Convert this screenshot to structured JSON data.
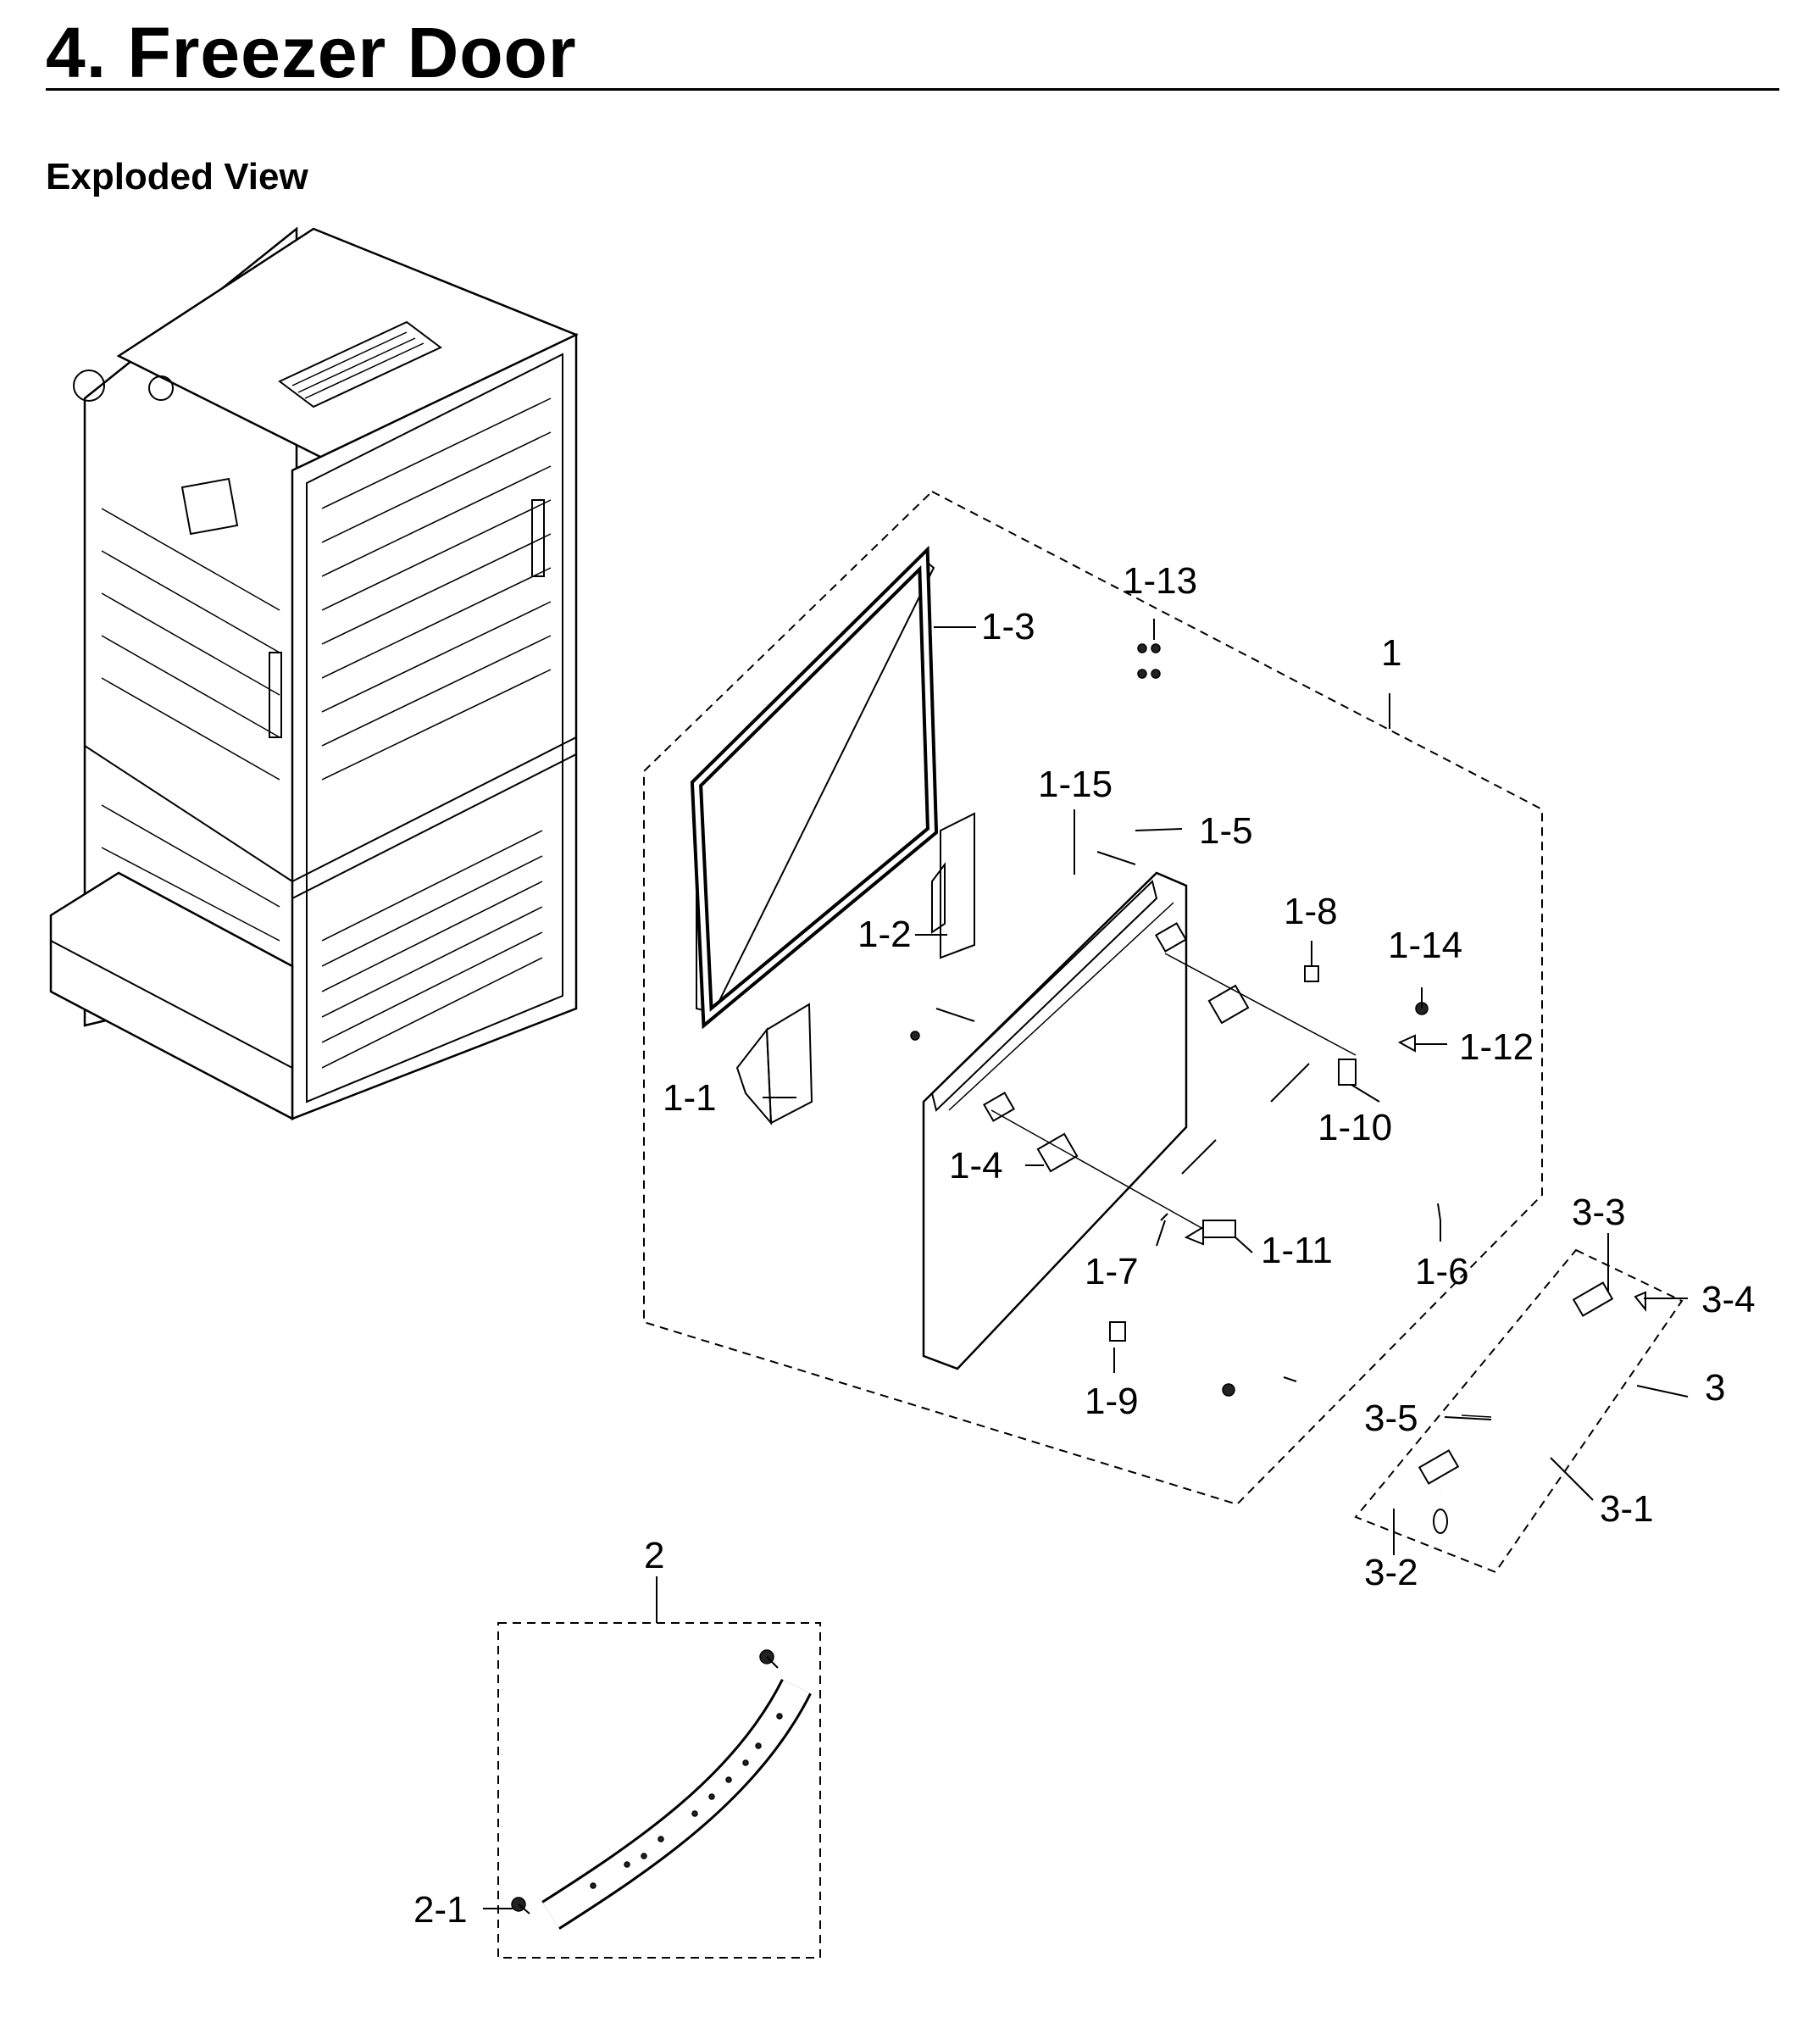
{
  "header": {
    "title": "4.  Freezer Door",
    "section_heading": "Exploded View"
  },
  "callouts": {
    "c1": "1",
    "c1_1": "1-1",
    "c1_2": "1-2",
    "c1_3": "1-3",
    "c1_4": "1-4",
    "c1_5": "1-5",
    "c1_6": "1-6",
    "c1_7": "1-7",
    "c1_8": "1-8",
    "c1_9": "1-9",
    "c1_10": "1-10",
    "c1_11": "1-11",
    "c1_12": "1-12",
    "c1_13": "1-13",
    "c1_14": "1-14",
    "c1_15": "1-15",
    "c2": "2",
    "c2_1": "2-1",
    "c3": "3",
    "c3_1": "3-1",
    "c3_2": "3-2",
    "c3_3": "3-3",
    "c3_4": "3-4",
    "c3_5": "3-5"
  }
}
